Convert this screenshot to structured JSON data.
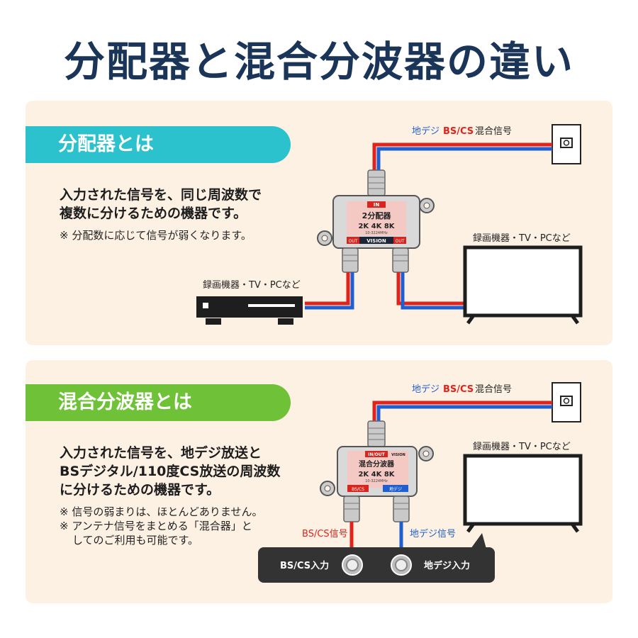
{
  "title": "分配器と混合分波器の違い",
  "splitter": {
    "heading": "分配器とは",
    "desc_line1": "入力された信号を、同じ周波数で",
    "desc_line2": "複数に分けるための機器です。",
    "note": "※ 分配数に応じて信号が弱くなります。",
    "signal_chidegi": "地デジ",
    "signal_bscs": "BS/CS",
    "signal_mixed": "混合信号",
    "device_label_left": "録画機器・TV・PCなど",
    "device_label_right": "録画機器・TV・PCなど",
    "unit": {
      "in_label": "IN",
      "name": "2分配器",
      "spec": "2K 4K 8K",
      "freq": "10-3224MHz",
      "out_left": "OUT",
      "out_right": "OUT",
      "brand": "VISION"
    }
  },
  "diplexer": {
    "heading": "混合分波器とは",
    "desc_line1": "入力された信号を、地デジ放送と",
    "desc_line2": "BSデジタル/110度CS放送の周波数",
    "desc_line3": "に分けるための機器です。",
    "note1": "※ 信号の弱まりは、ほとんどありません。",
    "note2": "※ アンテナ信号をまとめる「混合器」と",
    "note3": "してのご利用も可能です。",
    "signal_chidegi": "地デジ",
    "signal_bscs": "BS/CS",
    "signal_mixed": "混合信号",
    "device_label": "録画機器・TV・PCなど",
    "bscs_signal": "BS/CS信号",
    "chidegi_signal": "地デジ信号",
    "bscs_input": "BS/CS入力",
    "chidegi_input": "地デジ入力",
    "unit": {
      "inout_label": "IN/OUT",
      "brand": "VISION",
      "name": "混合分波器",
      "spec": "2K 4K 8K",
      "freq": "10-3224MHz",
      "out_bscs": "BS/CS",
      "out_chidegi": "地デジ"
    }
  },
  "colors": {
    "red": "#e0241b",
    "blue": "#1f5fd1",
    "teal": "#2cc2cd",
    "green": "#6fc238"
  }
}
